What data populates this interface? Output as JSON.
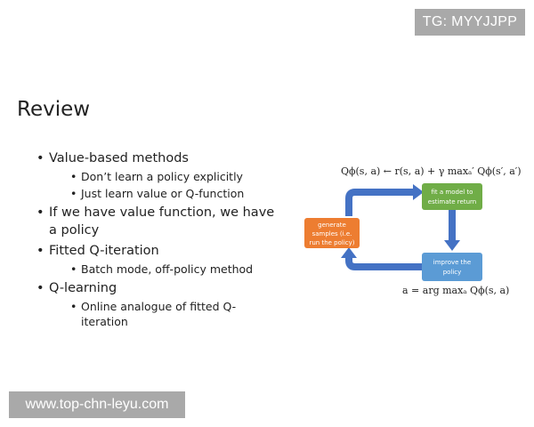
{
  "badge": {
    "text": "TG: MYYJJPP"
  },
  "slide": {
    "title": "Review",
    "bullets": [
      {
        "text": "Value-based methods",
        "sub": [
          "Don’t learn a policy explicitly",
          "Just learn value or Q-function"
        ]
      },
      {
        "text": "If we have value function, we have a policy",
        "sub": []
      },
      {
        "text": "Fitted Q-iteration",
        "sub": [
          "Batch mode, off-policy method"
        ]
      },
      {
        "text": "Q-learning",
        "sub": [
          "Online analogue of fitted Q-iteration"
        ]
      }
    ]
  },
  "diagram": {
    "formula_top": "Qϕ(s, a) ← r(s, a) + γ maxₐ′ Qϕ(s′, a′)",
    "formula_bottom": "a = arg maxₐ Qϕ(s, a)",
    "box_generate": [
      "generate",
      "samples (i.e.",
      "run the policy)"
    ],
    "box_fit": [
      "fit a model to",
      "estimate return"
    ],
    "box_improve": [
      "improve the",
      "policy"
    ],
    "colors": {
      "generate": "#ed7d31",
      "fit": "#70ad47",
      "improve": "#5b9bd5",
      "arrow": "#4472c4"
    }
  },
  "watermark": {
    "text": "www.top-chn-leyu.com"
  }
}
